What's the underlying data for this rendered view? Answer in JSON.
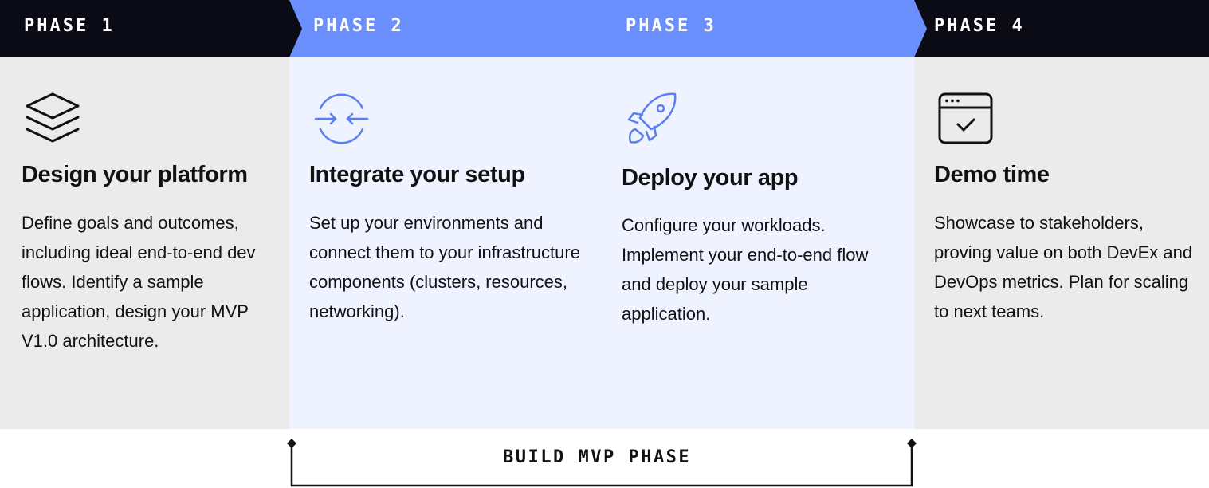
{
  "colors": {
    "dark_header": "#0a0b14",
    "accent_blue": "#6b8ffc",
    "panel_gray": "#ebebeb",
    "panel_blue_tint": "#eef3ff",
    "icon_blue": "#5b7ff0"
  },
  "phases": [
    {
      "label": "PHASE 1",
      "icon": "layers-icon",
      "title": "Design your platform",
      "description": "Define goals and outcomes, including ideal end-to-end dev flows. Identify a sample application, design your MVP V1.0 architecture."
    },
    {
      "label": "PHASE 2",
      "icon": "integrate-arrows-icon",
      "title": "Integrate your setup",
      "description": "Set up your environments and connect them to your infrastructure components (clusters, resources, networking)."
    },
    {
      "label": "PHASE 3",
      "icon": "rocket-icon",
      "title": "Deploy your app",
      "description": "Configure your workloads. Implement your end-to-end flow and deploy your sample application."
    },
    {
      "label": "PHASE 4",
      "icon": "browser-check-icon",
      "title": "Demo time",
      "description": "Showcase to stakeholders, proving value on both DevEx and DevOps metrics. Plan for scaling to next teams."
    }
  ],
  "bracket": {
    "label": "BUILD MVP PHASE"
  }
}
